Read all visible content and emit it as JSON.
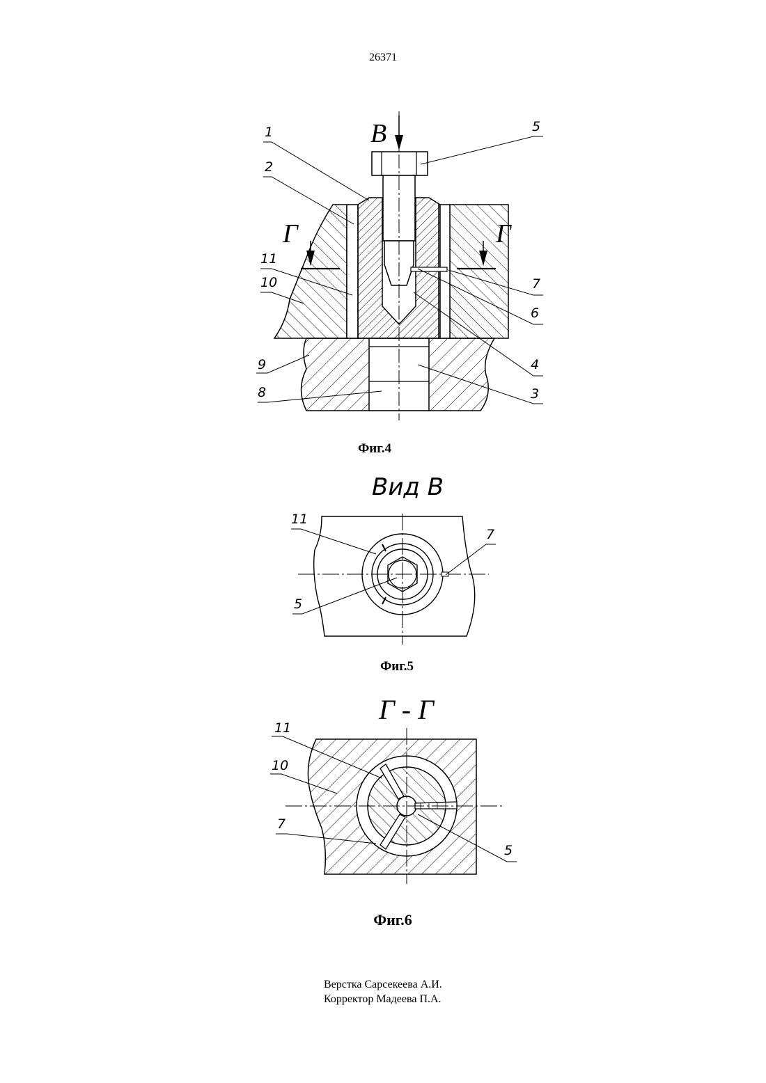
{
  "page_number": "26371",
  "figures": {
    "fig4": {
      "caption": "Фиг.4",
      "view_letter": "В",
      "section_letter": "Г",
      "labels": [
        "1",
        "2",
        "11",
        "10",
        "9",
        "8",
        "5",
        "7",
        "6",
        "4",
        "3"
      ]
    },
    "fig5": {
      "caption": "Фиг.5",
      "title": "Вид В",
      "labels": [
        "11",
        "7",
        "5"
      ]
    },
    "fig6": {
      "caption": "Фиг.6",
      "title": "Г - Г",
      "labels": [
        "11",
        "10",
        "7",
        "5"
      ]
    }
  },
  "credits": {
    "layout": "Верстка Сарсекеева А.И.",
    "proofreader": "Корректор Мадеева П.А."
  }
}
